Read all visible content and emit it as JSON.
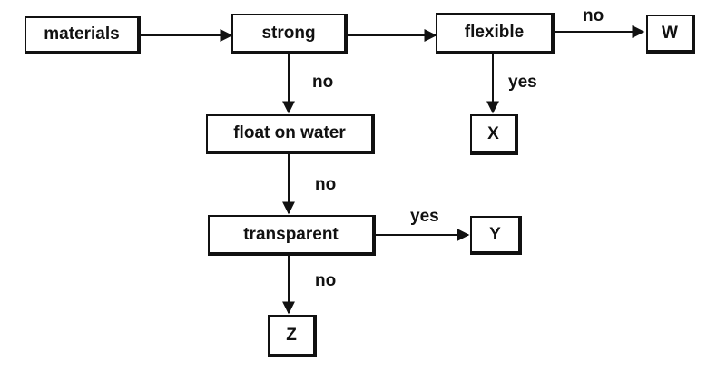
{
  "nodes": {
    "materials": "materials",
    "strong": "strong",
    "flexible": "flexible",
    "w": "W",
    "float": "float on water",
    "x": "X",
    "transparent": "transparent",
    "y": "Y",
    "z": "Z"
  },
  "edges": {
    "flexible_w": "no",
    "strong_float": "no",
    "flexible_x": "yes",
    "float_transparent": "no",
    "transparent_y": "yes",
    "transparent_z": "no"
  },
  "colors": {
    "stroke": "#111111",
    "background": "#ffffff"
  }
}
